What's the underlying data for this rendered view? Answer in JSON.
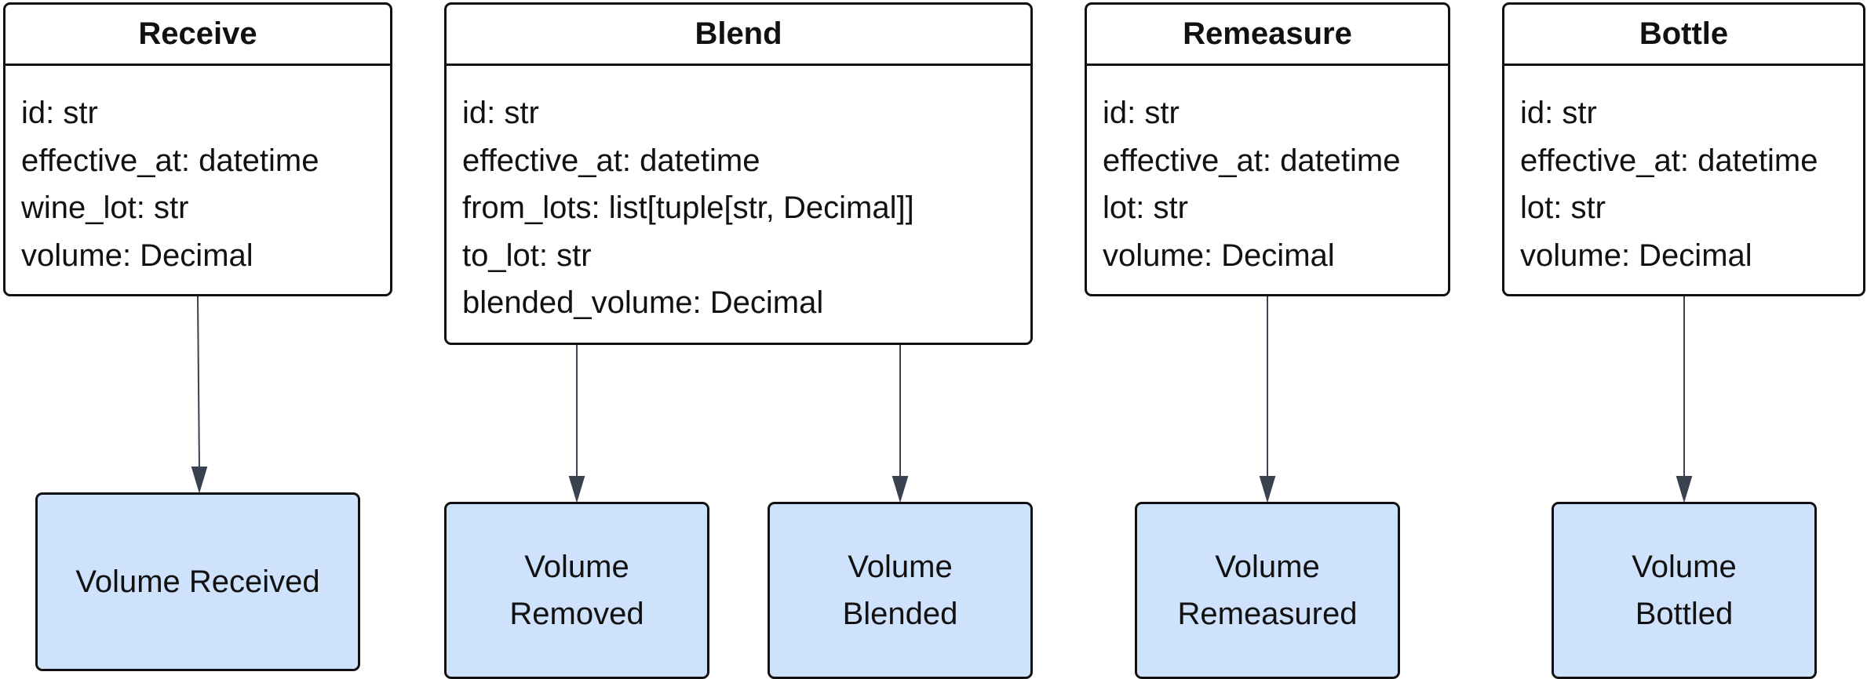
{
  "classes": [
    {
      "title": "Receive",
      "fields": [
        "id: str",
        "effective_at: datetime",
        "wine_lot: str",
        "volume: Decimal"
      ]
    },
    {
      "title": "Blend",
      "fields": [
        "id: str",
        "effective_at: datetime",
        "from_lots: list[tuple[str, Decimal]]",
        "to_lot: str",
        "blended_volume: Decimal"
      ]
    },
    {
      "title": "Remeasure",
      "fields": [
        "id: str",
        "effective_at: datetime",
        "lot: str",
        "volume: Decimal"
      ]
    },
    {
      "title": "Bottle",
      "fields": [
        "id: str",
        "effective_at: datetime",
        "lot: str",
        "volume: Decimal"
      ]
    }
  ],
  "results": [
    {
      "label": "Volume Received"
    },
    {
      "label_line1": "Volume",
      "label_line2": "Removed"
    },
    {
      "label_line1": "Volume",
      "label_line2": "Blended"
    },
    {
      "label_line1": "Volume",
      "label_line2": "Remeasured"
    },
    {
      "label_line1": "Volume",
      "label_line2": "Bottled"
    }
  ],
  "colors": {
    "border": "#111111",
    "result_fill": "#cfe2fc",
    "arrow": "#3a4150"
  }
}
